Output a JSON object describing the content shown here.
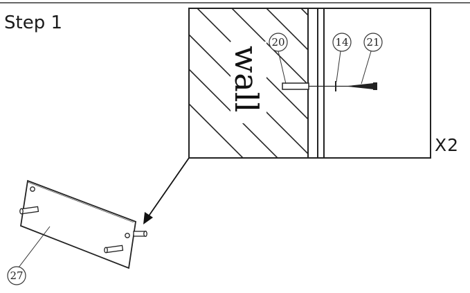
{
  "step_title": "Step 1",
  "quantity": "X2",
  "wall_label": "wall",
  "callouts": {
    "anchor": "20",
    "washer": "14",
    "screw": "21",
    "bracket": "27"
  }
}
